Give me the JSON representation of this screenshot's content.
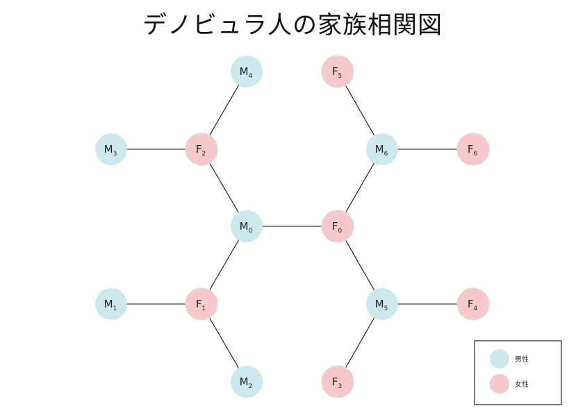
{
  "title": "デノビュラ人の家族相関図",
  "colors": {
    "male": "#cce8ec",
    "female": "#f7c8ca",
    "female_stroke": "#dddddd",
    "edge": "#111111"
  },
  "nodes": [
    {
      "id": "M4",
      "letter": "M",
      "sub": "4",
      "sex": "male"
    },
    {
      "id": "F5",
      "letter": "F",
      "sub": "5",
      "sex": "female"
    },
    {
      "id": "M3",
      "letter": "M",
      "sub": "3",
      "sex": "male"
    },
    {
      "id": "F2",
      "letter": "F",
      "sub": "2",
      "sex": "female"
    },
    {
      "id": "M6",
      "letter": "M",
      "sub": "6",
      "sex": "male"
    },
    {
      "id": "F6",
      "letter": "F",
      "sub": "6",
      "sex": "female"
    },
    {
      "id": "M0",
      "letter": "M",
      "sub": "0",
      "sex": "male"
    },
    {
      "id": "F0",
      "letter": "F",
      "sub": "0",
      "sex": "female"
    },
    {
      "id": "M1",
      "letter": "M",
      "sub": "1",
      "sex": "male"
    },
    {
      "id": "F1",
      "letter": "F",
      "sub": "1",
      "sex": "female"
    },
    {
      "id": "M5",
      "letter": "M",
      "sub": "5",
      "sex": "male"
    },
    {
      "id": "F4",
      "letter": "F",
      "sub": "4",
      "sex": "female"
    },
    {
      "id": "M2",
      "letter": "M",
      "sub": "2",
      "sex": "male"
    },
    {
      "id": "F3",
      "letter": "F",
      "sub": "3",
      "sex": "female"
    }
  ],
  "edges": [
    [
      "M0",
      "F0"
    ],
    [
      "M0",
      "F2"
    ],
    [
      "M0",
      "F1"
    ],
    [
      "F0",
      "M6"
    ],
    [
      "F0",
      "M5"
    ],
    [
      "F2",
      "M4"
    ],
    [
      "F2",
      "M3"
    ],
    [
      "F1",
      "M1"
    ],
    [
      "F1",
      "M2"
    ],
    [
      "M6",
      "F5"
    ],
    [
      "M6",
      "F6"
    ],
    [
      "M5",
      "F4"
    ],
    [
      "M5",
      "F3"
    ]
  ],
  "legend": {
    "male": "男性",
    "female": "女性"
  }
}
